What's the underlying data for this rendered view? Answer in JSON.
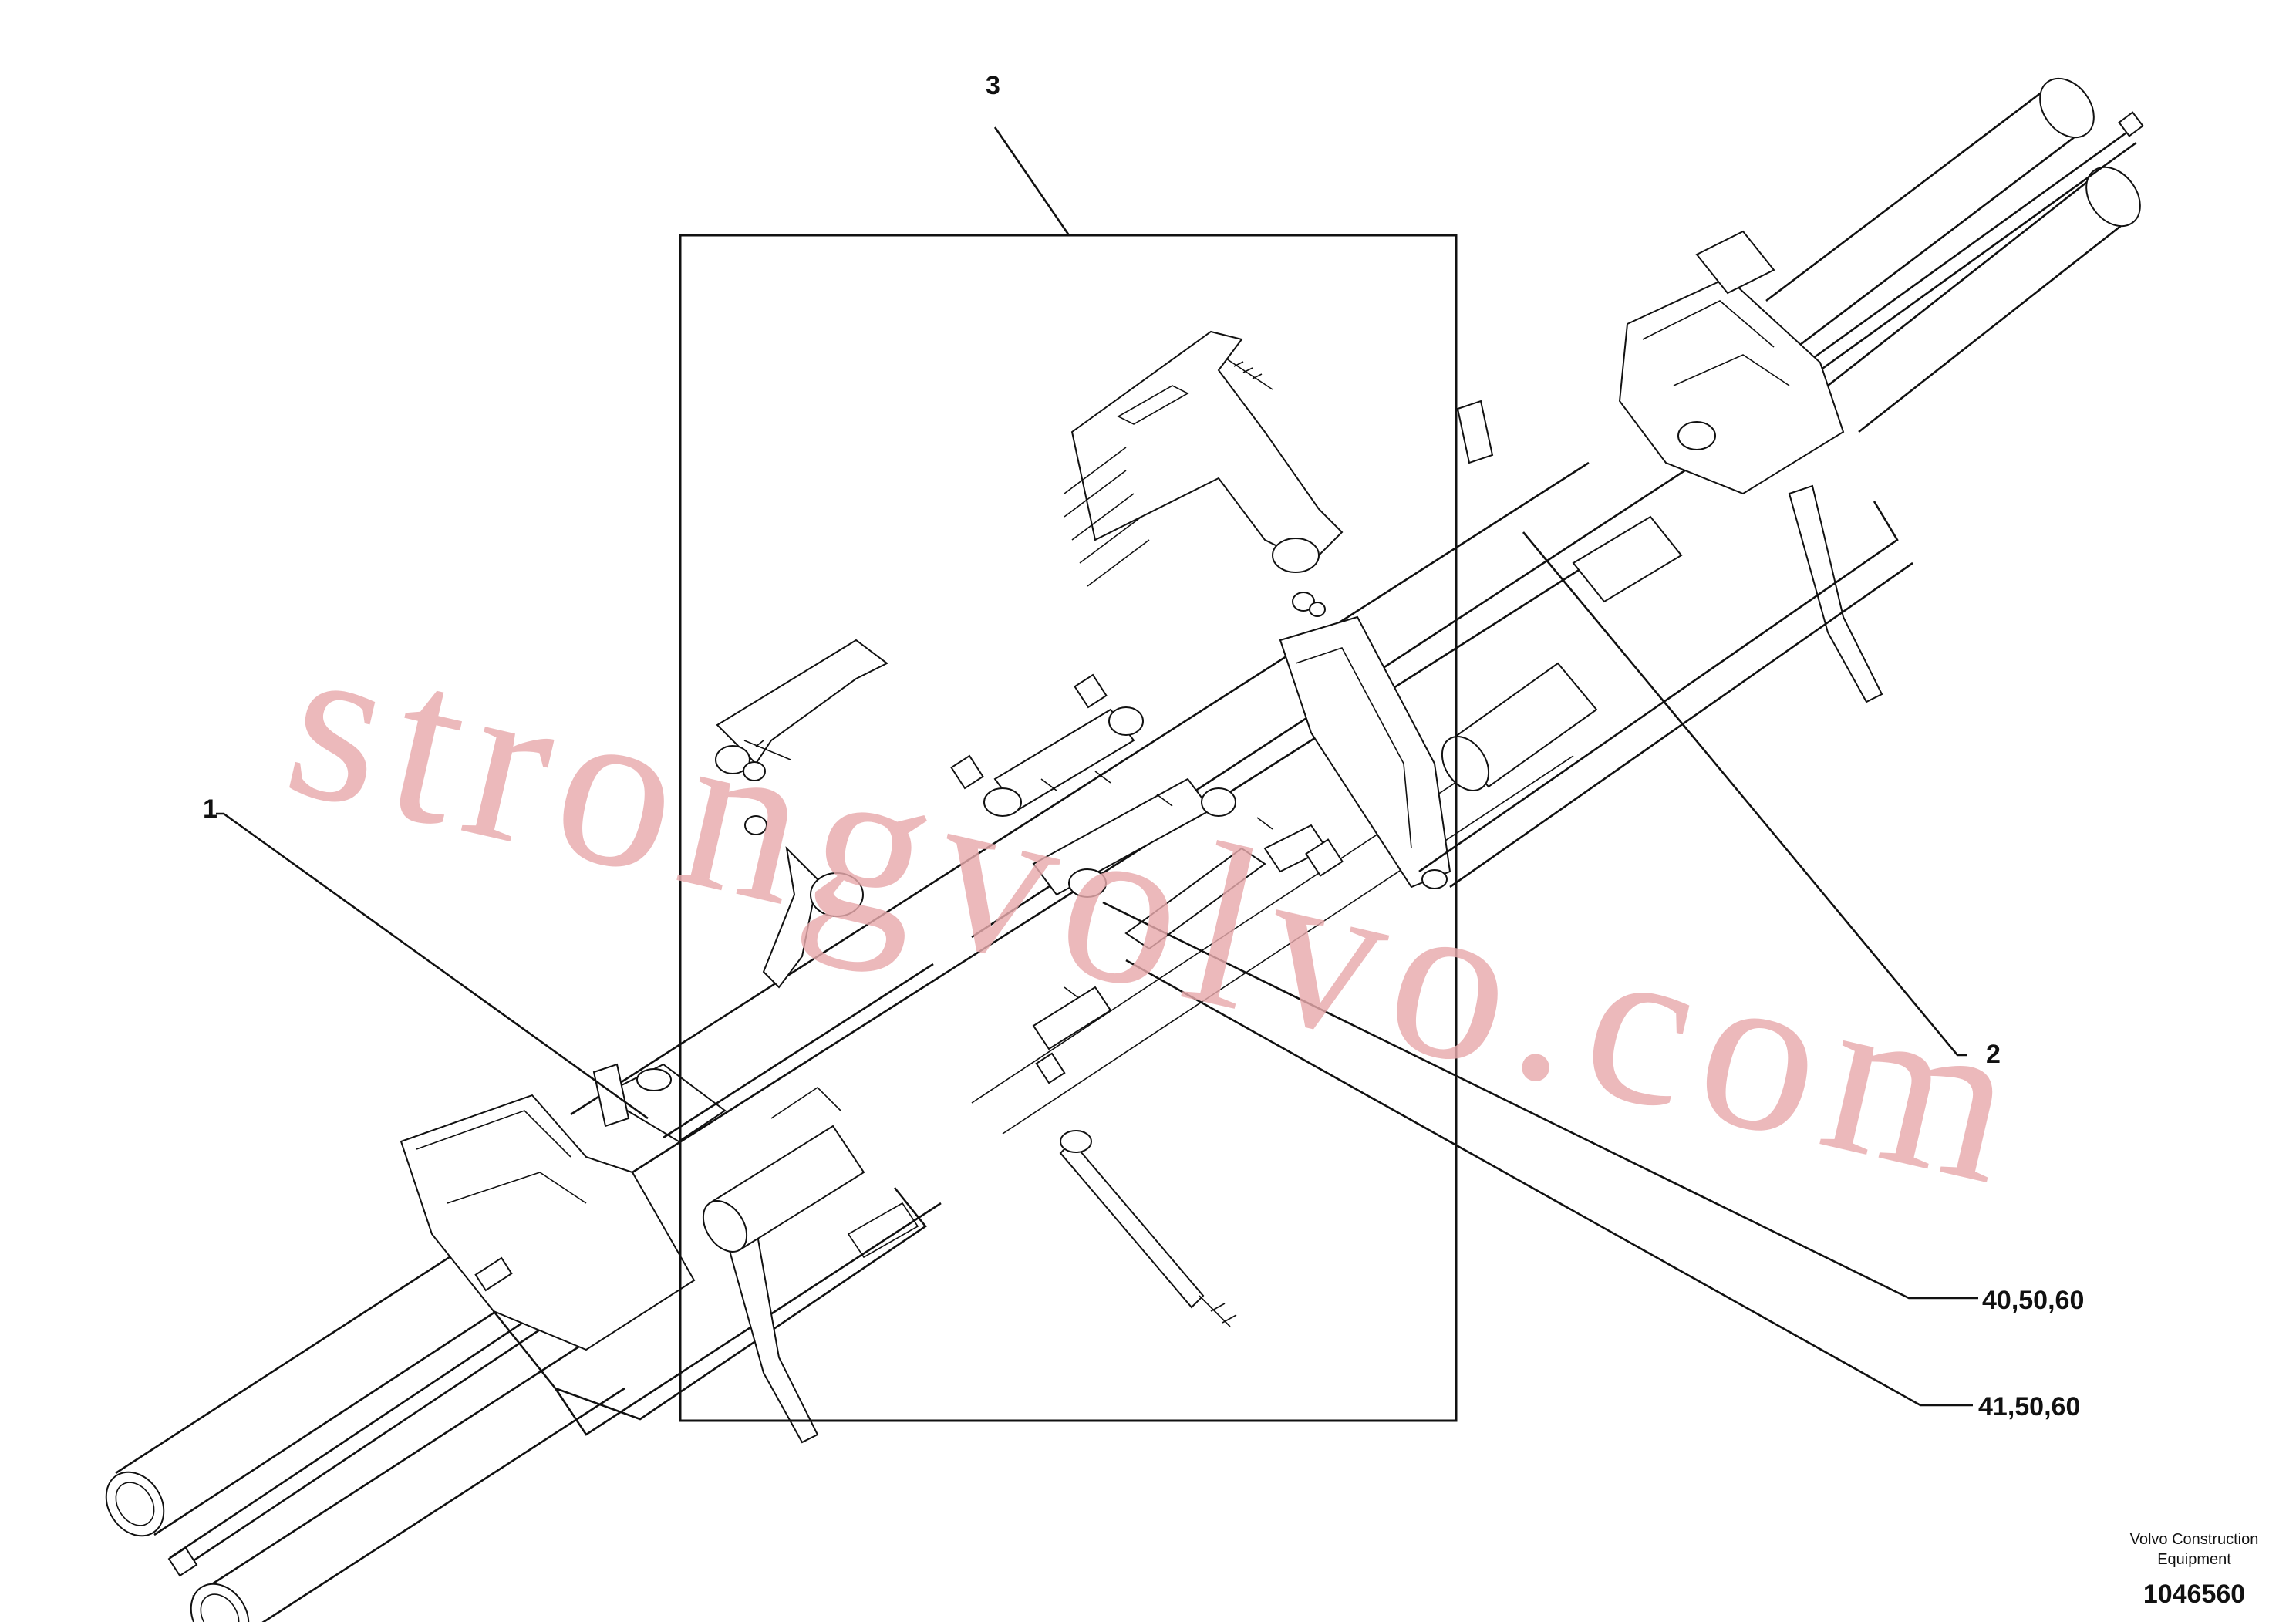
{
  "callouts": {
    "c1": "1",
    "c2": "2",
    "c3": "3",
    "c4": "40,50,60",
    "c5": "41,50,60"
  },
  "footer": {
    "credit_line1": "Volvo Construction",
    "credit_line2": "Equipment",
    "doc_number": "1046560"
  },
  "watermark": {
    "text": "strongvolvo.com",
    "color": "#e8a9ac"
  },
  "colors": {
    "ink": "#111111",
    "background": "#ffffff"
  }
}
